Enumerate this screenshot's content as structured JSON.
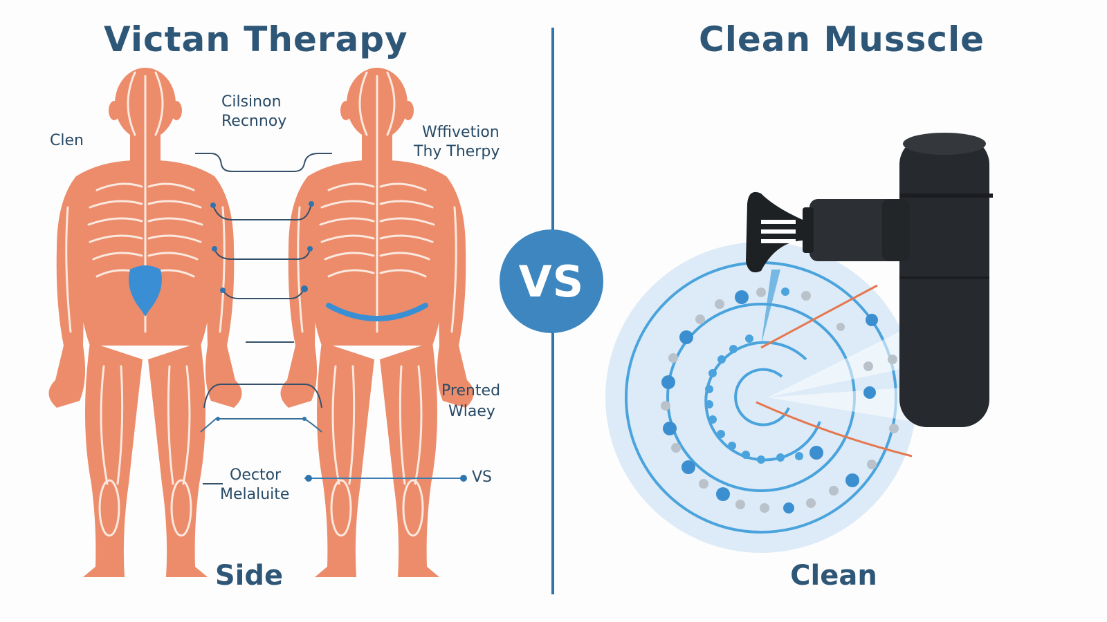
{
  "left_panel": {
    "title": "Victan Therapy",
    "footer_label": "Side",
    "labels": {
      "top_left": "Clen",
      "top_center_line1": "Cilsinon",
      "top_center_line2": "Recnnoy",
      "top_right_line1": "Wffivetion",
      "top_right_line2": "Thy Therpy",
      "mid_right_line1": "Prented",
      "mid_right_line2": "Wlaey",
      "bottom_center_line1": "Oector",
      "bottom_center_line2": "Melaluite",
      "bottom_right": "VS"
    },
    "figures": [
      {
        "name": "front-body-figure",
        "highlight": "abdomen-blue-organ"
      },
      {
        "name": "back-body-figure",
        "highlight": "lower-back-blue-band"
      }
    ],
    "colors": {
      "body": "#ec8c6a",
      "muscle_lines": "#fbe9df",
      "highlight": "#3a8fd4",
      "connector": "#34506a"
    }
  },
  "center": {
    "badge_label": "VS",
    "colors": {
      "divider": "#2f75ad",
      "badge": "#3d86bf"
    }
  },
  "right_panel": {
    "title": "Clean Musscle",
    "footer_label": "Clean",
    "device": "massage-gun",
    "colors": {
      "device": "#26292d",
      "waves": "#4aa3dc",
      "dots_gray": "#b9c2ca",
      "rays": "#e5774f",
      "halo": "#dcebf7"
    }
  },
  "colors": {
    "title_text": "#2e5677",
    "background": "#fdfdfd"
  }
}
